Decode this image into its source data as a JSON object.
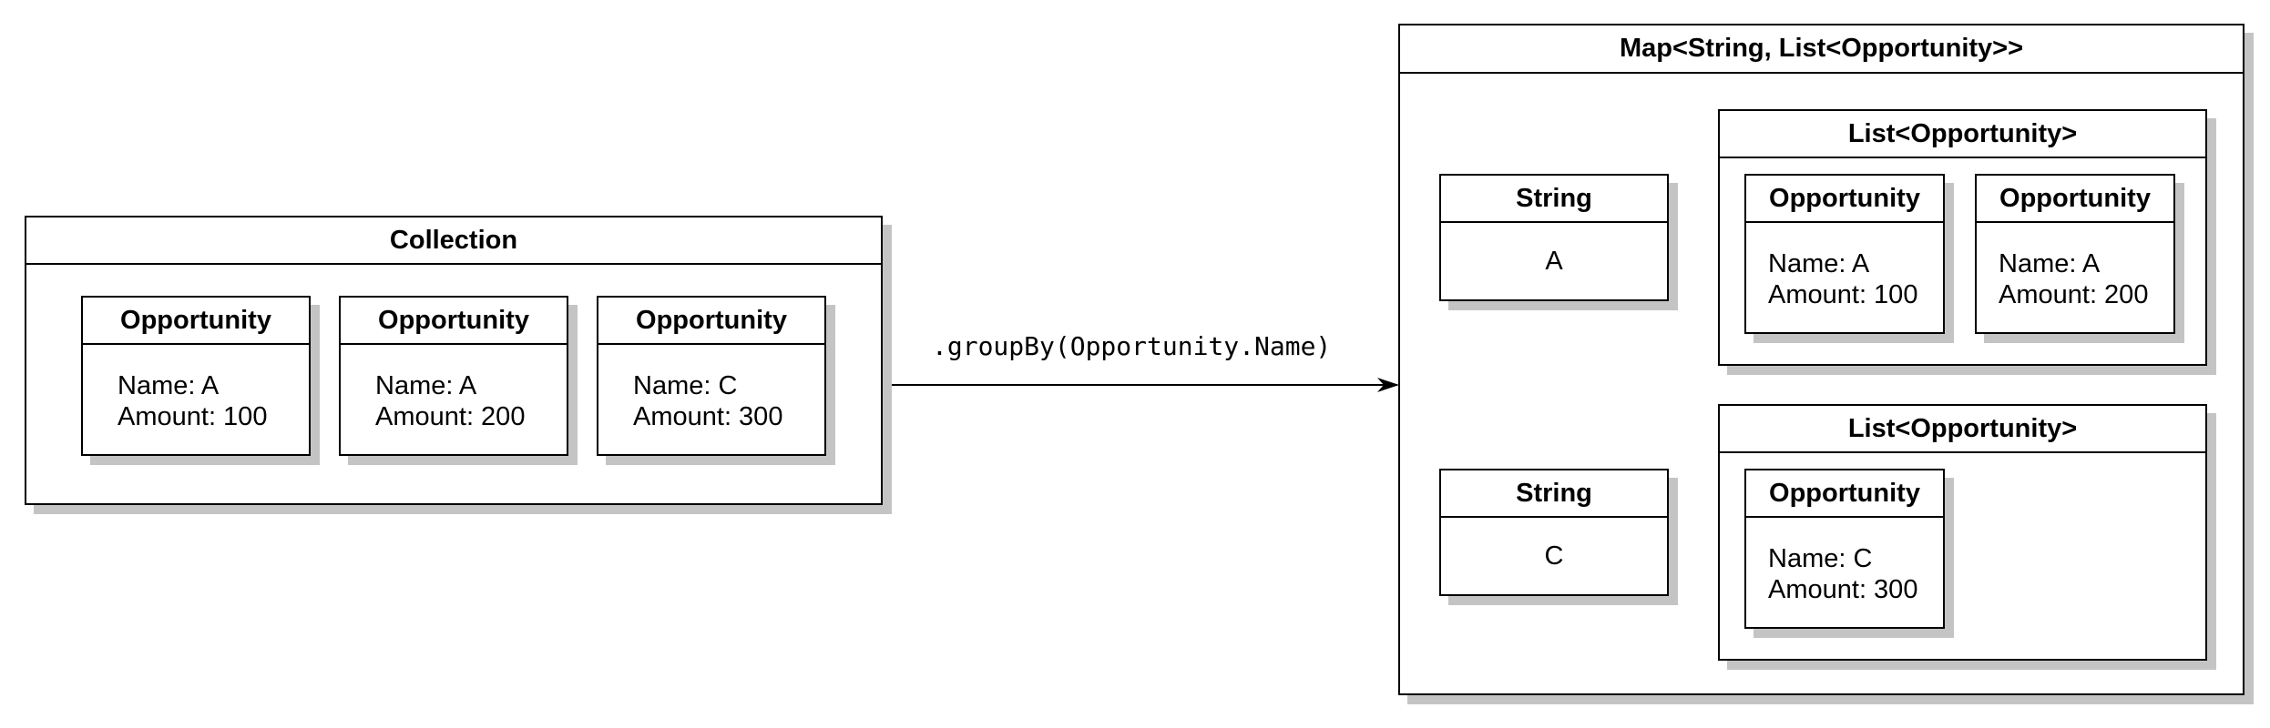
{
  "collection": {
    "title": "Collection",
    "items": [
      {
        "title": "Opportunity",
        "name": "Name: A",
        "amount": "Amount: 100"
      },
      {
        "title": "Opportunity",
        "name": "Name: A",
        "amount": "Amount: 200"
      },
      {
        "title": "Opportunity",
        "name": "Name: C",
        "amount": "Amount: 300"
      }
    ]
  },
  "operation": ".groupBy(Opportunity.Name)",
  "map": {
    "title": "Map<String, List<Opportunity>>",
    "entries": [
      {
        "key": {
          "title": "String",
          "value": "A"
        },
        "list": {
          "title": "List<Opportunity>",
          "items": [
            {
              "title": "Opportunity",
              "name": "Name: A",
              "amount": "Amount: 100"
            },
            {
              "title": "Opportunity",
              "name": "Name: A",
              "amount": "Amount: 200"
            }
          ]
        }
      },
      {
        "key": {
          "title": "String",
          "value": "C"
        },
        "list": {
          "title": "List<Opportunity>",
          "items": [
            {
              "title": "Opportunity",
              "name": "Name: C",
              "amount": "Amount: 300"
            }
          ]
        }
      }
    ]
  }
}
